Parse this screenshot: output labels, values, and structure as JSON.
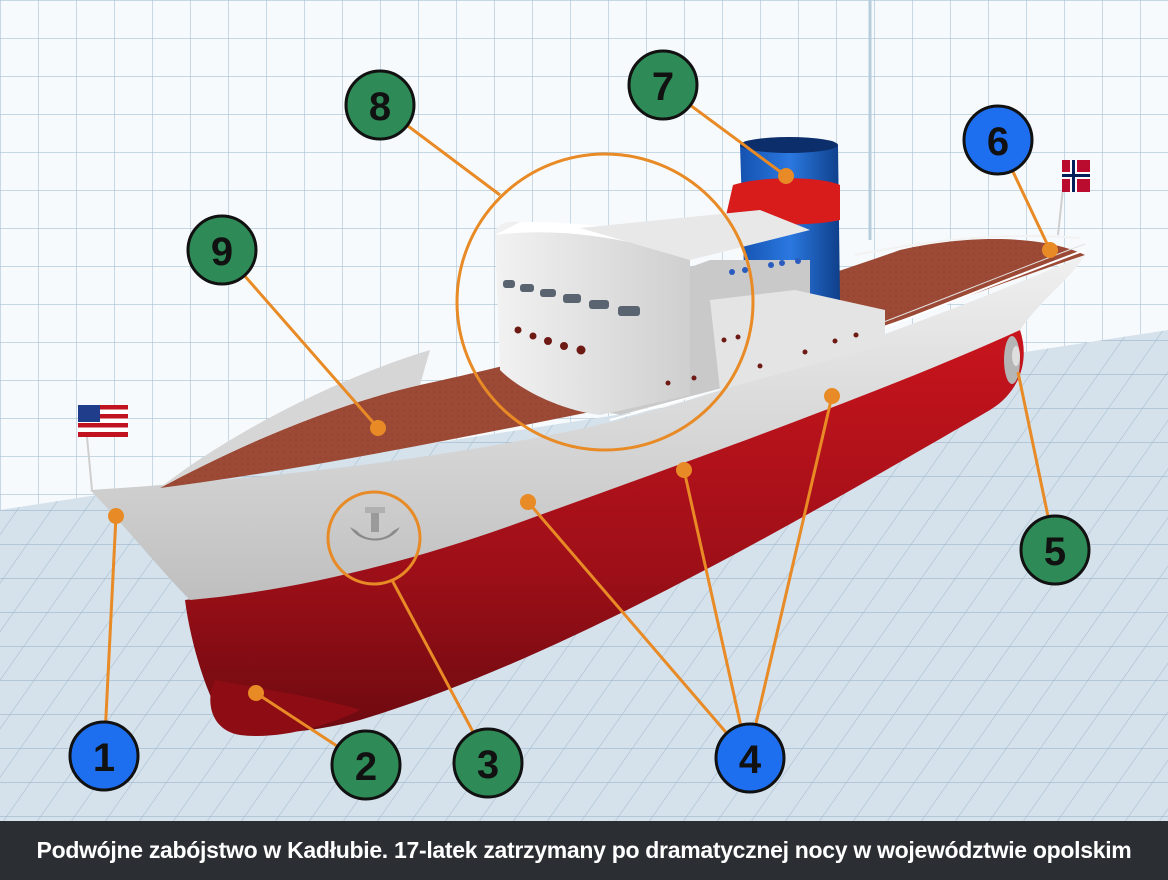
{
  "caption": "Podwójne zabójstwo w Kadłubie. 17-latek zatrzymany po dramatycznej nocy w województwie opolskim",
  "colors": {
    "badge_blue": "#1e6ff0",
    "badge_green": "#2e8b57",
    "leader_orange": "#e88a25",
    "hull_red": "#b8121b",
    "hull_white": "#d9d9d9",
    "deck_brown": "#9c4a36",
    "funnel_blue": "#1a63c9",
    "funnel_red": "#d81b1b"
  },
  "callouts": [
    {
      "id": "1",
      "color": "blue",
      "target": "bow-tip"
    },
    {
      "id": "2",
      "color": "green",
      "target": "bulbous-bow"
    },
    {
      "id": "3",
      "color": "green",
      "target": "anchor"
    },
    {
      "id": "4",
      "color": "blue",
      "target": "hull-side"
    },
    {
      "id": "5",
      "color": "green",
      "target": "propeller"
    },
    {
      "id": "6",
      "color": "blue",
      "target": "stern-rail"
    },
    {
      "id": "7",
      "color": "green",
      "target": "funnel"
    },
    {
      "id": "8",
      "color": "green",
      "target": "superstructure"
    },
    {
      "id": "9",
      "color": "green",
      "target": "deck"
    }
  ],
  "flags": [
    "usa-flag-icon",
    "norway-flag-icon"
  ]
}
